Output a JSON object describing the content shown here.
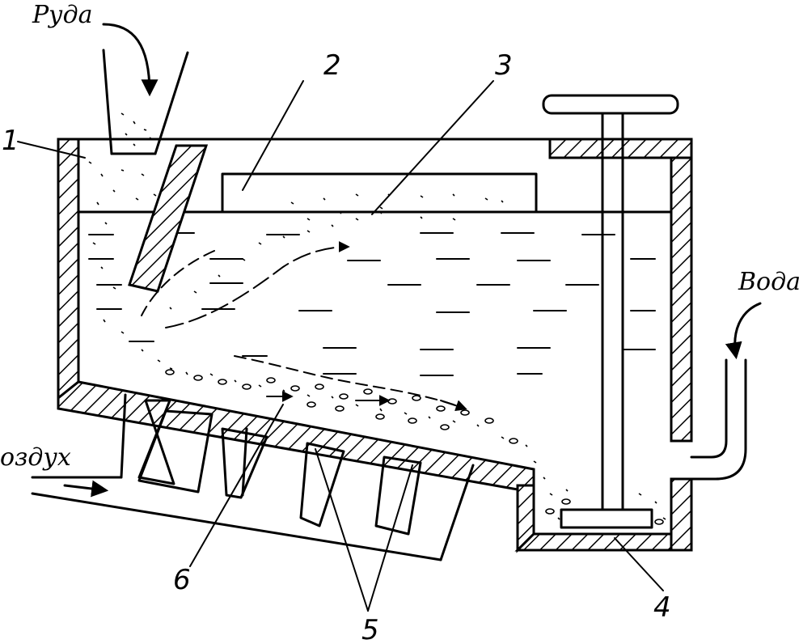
{
  "labels": {
    "ore": "Руда",
    "water": "Вода",
    "air": "оздух",
    "n1": "1",
    "n2": "2",
    "n3": "3",
    "n4": "4",
    "n5": "5",
    "n6": "6"
  }
}
